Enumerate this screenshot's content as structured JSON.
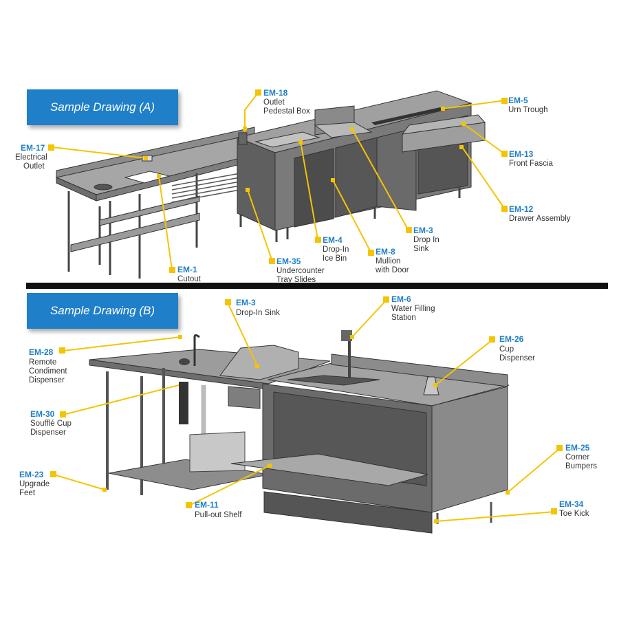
{
  "sections": {
    "a_title": "Sample Drawing (A)",
    "b_title": "Sample Drawing (B)"
  },
  "colors": {
    "banner": "#1f7fc8",
    "leader": "#f5c400",
    "code": "#1f7fc8",
    "steel_top": "#9a9a9a",
    "steel_face": "#7b7b7b",
    "steel_dark": "#4a4a4a"
  },
  "callouts_a": [
    {
      "id": "em17",
      "code": "EM-17",
      "lines": [
        "Electrical",
        "Outlet"
      ]
    },
    {
      "id": "em18",
      "code": "EM-18",
      "lines": [
        "Outlet",
        "Pedestal Box"
      ]
    },
    {
      "id": "em5",
      "code": "EM-5",
      "lines": [
        "Urn Trough"
      ]
    },
    {
      "id": "em13",
      "code": "EM-13",
      "lines": [
        "Front Fascia"
      ]
    },
    {
      "id": "em12",
      "code": "EM-12",
      "lines": [
        "Drawer Assembly"
      ]
    },
    {
      "id": "em3a",
      "code": "EM-3",
      "lines": [
        "Drop In",
        "Sink"
      ]
    },
    {
      "id": "em8",
      "code": "EM-8",
      "lines": [
        "Mullion",
        "with Door"
      ]
    },
    {
      "id": "em4",
      "code": "EM-4",
      "lines": [
        "Drop-In",
        "Ice Bin"
      ]
    },
    {
      "id": "em35",
      "code": "EM-35",
      "lines": [
        "Undercounter",
        "Tray Slides"
      ]
    },
    {
      "id": "em1",
      "code": "EM-1",
      "lines": [
        "Cutout"
      ]
    }
  ],
  "callouts_b": [
    {
      "id": "em3b",
      "code": "EM-3",
      "lines": [
        "Drop-In Sink"
      ]
    },
    {
      "id": "em6",
      "code": "EM-6",
      "lines": [
        "Water Filling",
        "Station"
      ]
    },
    {
      "id": "em26",
      "code": "EM-26",
      "lines": [
        "Cup",
        "Dispenser"
      ]
    },
    {
      "id": "em28",
      "code": "EM-28",
      "lines": [
        "Remote",
        "Condiment",
        "Dispenser"
      ]
    },
    {
      "id": "em30",
      "code": "EM-30",
      "lines": [
        "Soufflé Cup",
        "Dispenser"
      ]
    },
    {
      "id": "em23",
      "code": "EM-23",
      "lines": [
        "Upgrade",
        "Feet"
      ]
    },
    {
      "id": "em11",
      "code": "EM-11",
      "lines": [
        "Pull-out Shelf"
      ]
    },
    {
      "id": "em25",
      "code": "EM-25",
      "lines": [
        "Corner",
        "Bumpers"
      ]
    },
    {
      "id": "em34",
      "code": "EM-34",
      "lines": [
        "Toe Kick"
      ]
    }
  ]
}
